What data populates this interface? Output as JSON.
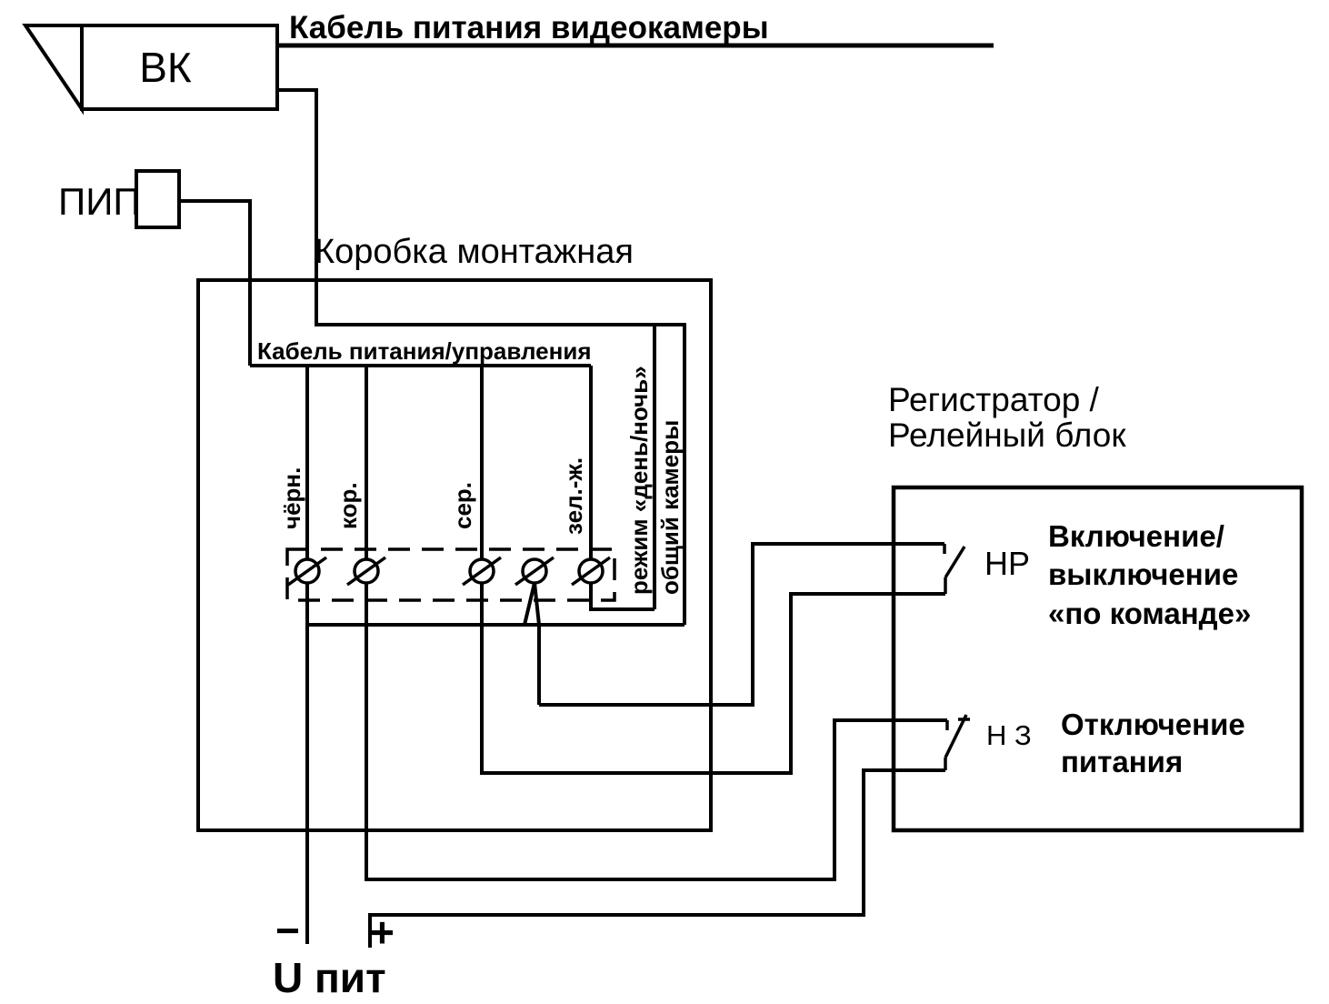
{
  "diagram": {
    "background": "#ffffff",
    "line_color": "#000000"
  },
  "camera": {
    "label": "ВК"
  },
  "power_cable_label": "Кабель питания видеокамеры",
  "pip": {
    "label": "ПИП"
  },
  "junction_box": {
    "title": "Коробка монтажная",
    "cable_label": "Кабель питания/управления",
    "wires": {
      "black": "чёрн.",
      "brown": "кор.",
      "gray": "сер.",
      "green_yellow": "зел.-ж.",
      "day_night": "режим «день/ночь»",
      "common": "общий камеры"
    }
  },
  "recorder": {
    "title_line1": "Регистратор /",
    "title_line2": "Релейный блок",
    "no_contact": {
      "label": "НР",
      "line1": "Включение/",
      "line2": "выключение",
      "line3": "«по команде»"
    },
    "nc_contact": {
      "label": "Н З",
      "line1": "Отключение",
      "line2": "питания"
    }
  },
  "power": {
    "minus": "−",
    "plus": "+",
    "label": "U пит"
  }
}
